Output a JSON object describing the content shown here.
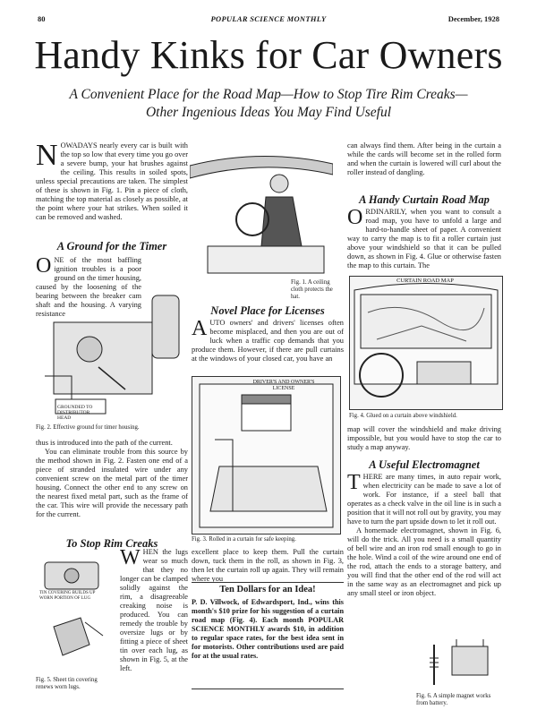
{
  "header": {
    "page_number": "80",
    "magazine": "POPULAR SCIENCE MONTHLY",
    "date": "December, 1928"
  },
  "title": "Handy Kinks for Car Owners",
  "subtitle": "A Convenient Place for the Road Map—How to Stop Tire Rim Creaks—Other Ingenious Ideas You May Find Useful",
  "intro": {
    "dropcap": "N",
    "lead": "OWADAYS nearly every car is built with the top so low that every time you go over a severe bump, your hat brushes against the ceiling. This results in soiled spots, unless special precautions are taken. The simplest of these is shown in Fig. 1. Pin a piece of cloth, matching the top material as closely as possible, at the point where your hat strikes. When soiled it can be removed and washed."
  },
  "timer": {
    "heading": "A Ground for the Timer",
    "dropcap": "O",
    "lead": "NE of the most baffling ignition troubles is a poor ground on the timer housing, caused by the loosening of the bearing between the breaker cam shaft and the housing. A varying resistance",
    "cont1": "thus is introduced into the path of the current.",
    "cont2": "You can eliminate trouble from this source by the method shown in Fig. 2. Fasten one end of a piece of stranded insulated wire under any convenient screw on the metal part of the timer housing. Connect the other end to any screw on the nearest fixed metal part, such as the frame of the car. This wire will provide the necessary path for the current."
  },
  "fig2": {
    "caption": "Fig. 2. Effective ground for timer housing.",
    "label": "GROUNDED TO DISTRIBUTOR HEAD"
  },
  "rim": {
    "heading": "To Stop Rim Creaks",
    "dropcap": "W",
    "lead": "HEN the lugs wear so much that they no longer can be clamped solidly against the rim, a disagreeable creaking noise is produced. You can remedy the trouble by oversize lugs or by fitting a piece of sheet tin over each lug, as shown in Fig. 5, at the left."
  },
  "fig5": {
    "caption": "Fig. 5. Sheet tin covering renews worn lugs.",
    "label": "TIN COVERING BUILDS UP WORN PORTION OF LUG"
  },
  "fig1": {
    "caption": "Fig. 1. A ceiling cloth protects the hat."
  },
  "licenses": {
    "heading": "Novel Place for Licenses",
    "dropcap": "A",
    "lead": "UTO owners' and drivers' licenses often become misplaced, and then you are out of luck when a traffic cop demands that you produce them. However, if there are pull curtains at the windows of your closed car, you have an"
  },
  "fig3": {
    "caption": "Fig. 3. Rolled in a curtain for safe keeping.",
    "label": "DRIVER'S AND OWNER'S LICENSE"
  },
  "mid_cont": "excellent place to keep them. Pull the curtain down, tuck them in the roll, as shown in Fig. 3, then let the curtain roll up again. They will remain where you",
  "prize": {
    "title": "Ten Dollars for an Idea!",
    "text": "P. D. Villwock, of Edwardsport, Ind., wins this month's $10 prize for his suggestion of a curtain road map (Fig. 4). Each month POPULAR SCIENCE MONTHLY awards $10, in addition to regular space rates, for the best idea sent in for motorists. Other contributions used are paid for at the usual rates."
  },
  "right_top": "can always find them. After being in the curtain a while the cards will become set in the rolled form and when the curtain is lowered will curl about the roller instead of dangling.",
  "roadmap": {
    "heading": "A Handy Curtain Road Map",
    "dropcap": "O",
    "lead": "RDINARILY, when you want to consult a road map, you have to unfold a large and hard-to-handle sheet of paper. A convenient way to carry the map is to fit a roller curtain just above your windshield so that it can be pulled down, as shown in Fig. 4. Glue or otherwise fasten the map to this curtain. The",
    "cont": "map will cover the windshield and make driving impossible, but you would have to stop the car to study a map anyway."
  },
  "fig4": {
    "caption": "Fig. 4. Glued on a curtain above windshield.",
    "label": "CURTAIN ROAD MAP"
  },
  "magnet": {
    "heading": "A Useful Electromagnet",
    "dropcap": "T",
    "lead": "HERE are many times, in auto repair work, when electricity can be made to save a lot of work. For instance, if a steel ball that operates as a check valve in the oil line is in such a position that it will not roll out by gravity, you may have to turn the part upside down to let it roll out.",
    "cont": "A homemade electromagnet, shown in Fig. 6, will do the trick. All you need is a small quantity of bell wire and an iron rod small enough to go in the hole. Wind a coil of the wire around one end of the rod, attach the ends to a storage battery, and you will find that the other end of the rod will act in the same way as an electromagnet and pick up any small steel or iron object."
  },
  "fig6": {
    "caption": "Fig. 6. A simple magnet works from battery."
  }
}
